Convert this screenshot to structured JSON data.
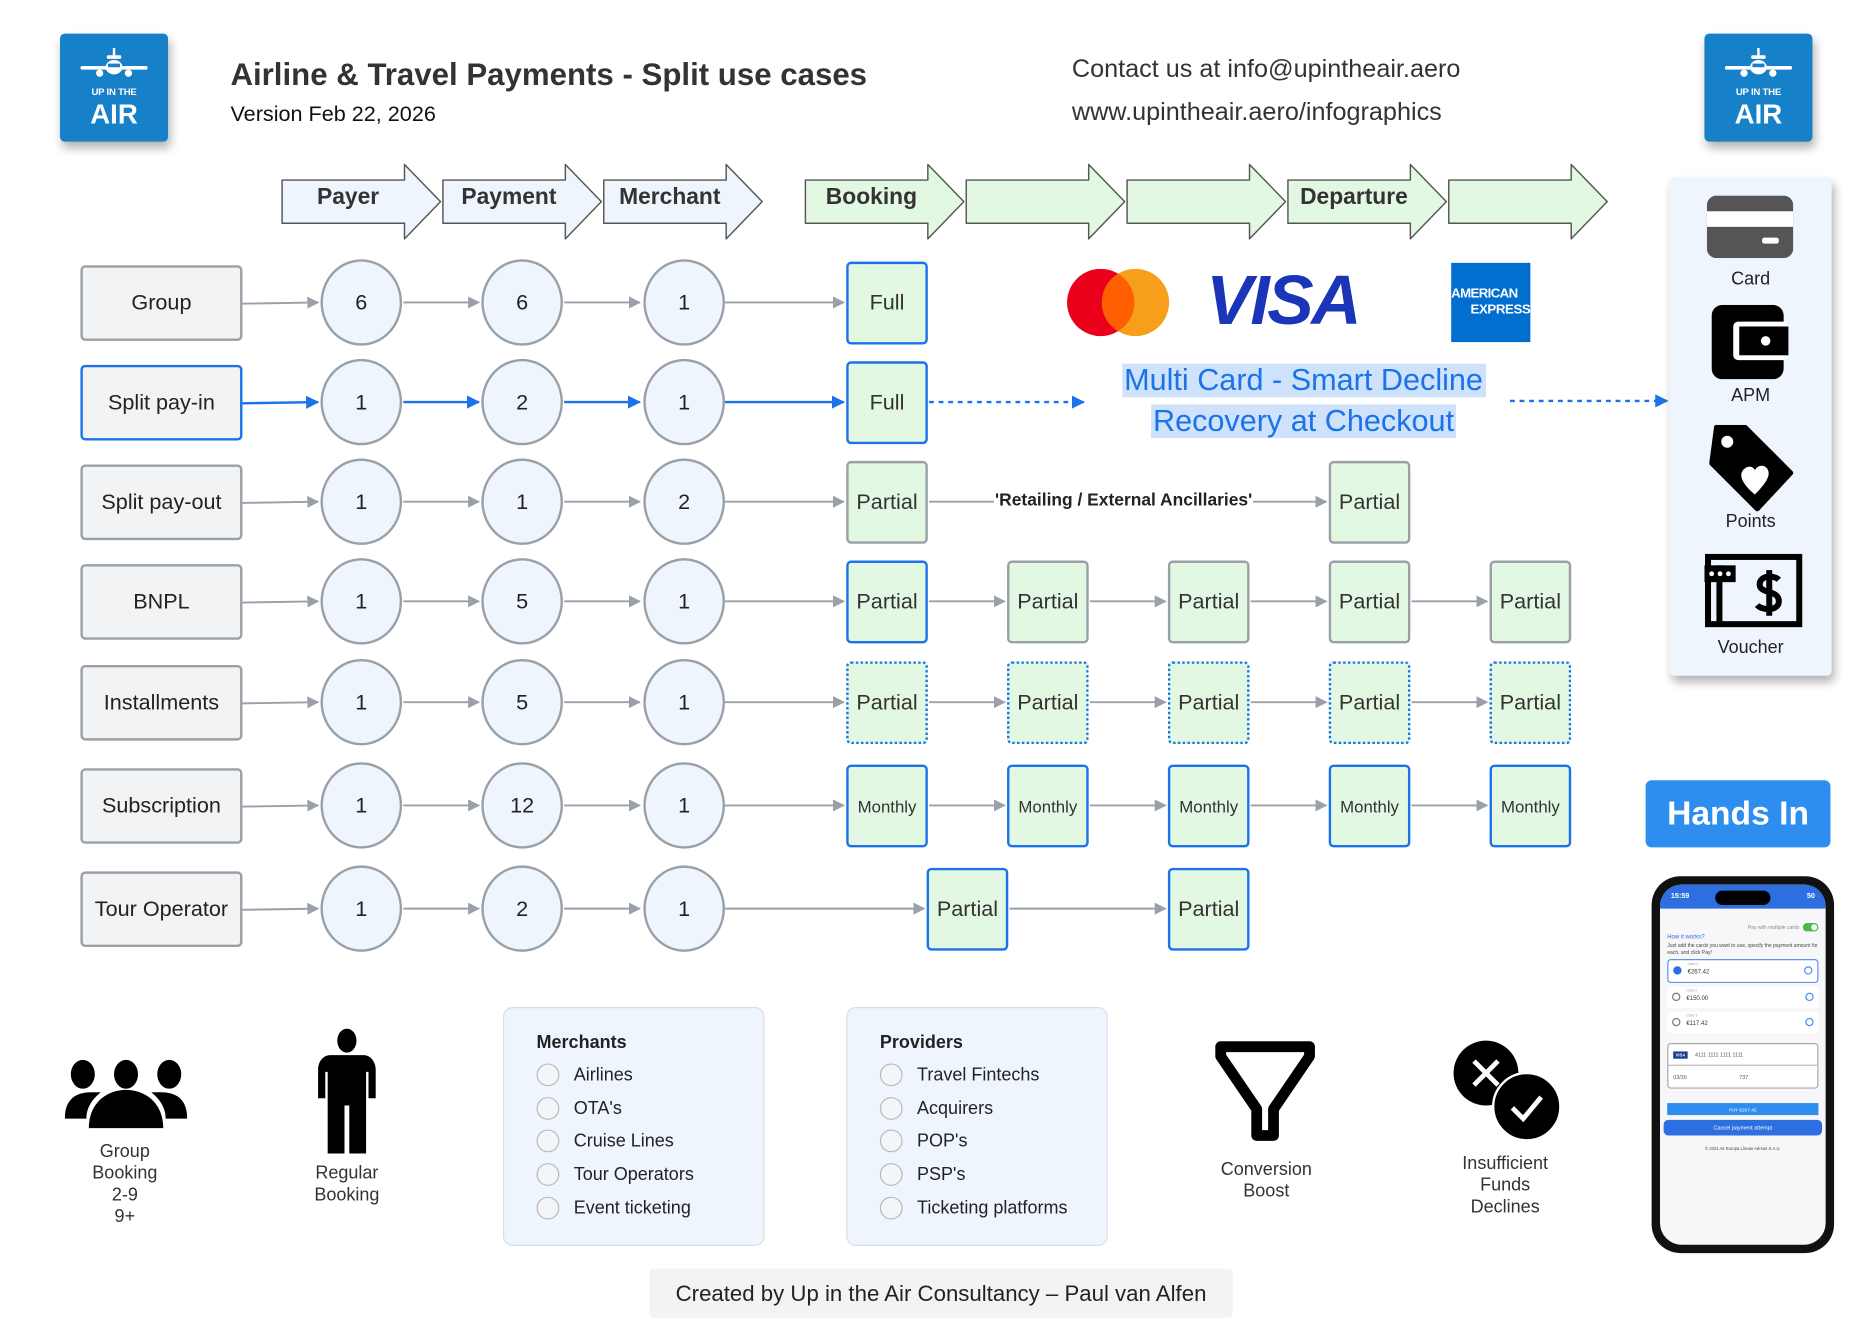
{
  "header": {
    "title": "Airline & Travel Payments - Split use cases",
    "version": "Version Feb 22, 2026",
    "contact": "Contact us at info@upintheair.aero",
    "url": "www.upintheair.aero/infographics",
    "logo_text_small": "UP IN THE",
    "logo_text_large": "AIR"
  },
  "flow_headers": [
    {
      "label": "Payer",
      "group": "payment"
    },
    {
      "label": "Payment",
      "group": "payment"
    },
    {
      "label": "Merchant",
      "group": "payment"
    },
    {
      "label": "Booking",
      "group": "trip"
    },
    {
      "label": "",
      "group": "trip"
    },
    {
      "label": "",
      "group": "trip"
    },
    {
      "label": "Departure",
      "group": "trip"
    },
    {
      "label": "",
      "group": "trip"
    }
  ],
  "rows": [
    {
      "label": "Group",
      "payer": "6",
      "payment": "6",
      "merchant": "1",
      "highlight": false,
      "stages": [
        {
          "col": 0,
          "label": "Full",
          "style": "blue"
        }
      ]
    },
    {
      "label": "Split pay-in",
      "payer": "1",
      "payment": "2",
      "merchant": "1",
      "highlight": true,
      "stages": [
        {
          "col": 0,
          "label": "Full",
          "style": "blue"
        }
      ]
    },
    {
      "label": "Split pay-out",
      "payer": "1",
      "payment": "1",
      "merchant": "2",
      "highlight": false,
      "annotation": "'Retailing / External Ancillaries'",
      "stages": [
        {
          "col": 0,
          "label": "Partial",
          "style": "gray"
        },
        {
          "col": 3,
          "label": "Partial",
          "style": "gray"
        }
      ]
    },
    {
      "label": "BNPL",
      "payer": "1",
      "payment": "5",
      "merchant": "1",
      "highlight": false,
      "stages": [
        {
          "col": 0,
          "label": "Partial",
          "style": "blue"
        },
        {
          "col": 1,
          "label": "Partial",
          "style": "gray"
        },
        {
          "col": 2,
          "label": "Partial",
          "style": "gray"
        },
        {
          "col": 3,
          "label": "Partial",
          "style": "gray"
        },
        {
          "col": 4,
          "label": "Partial",
          "style": "gray"
        }
      ]
    },
    {
      "label": "Installments",
      "payer": "1",
      "payment": "5",
      "merchant": "1",
      "highlight": false,
      "stages": [
        {
          "col": 0,
          "label": "Partial",
          "style": "dotted"
        },
        {
          "col": 1,
          "label": "Partial",
          "style": "dotted"
        },
        {
          "col": 2,
          "label": "Partial",
          "style": "dotted"
        },
        {
          "col": 3,
          "label": "Partial",
          "style": "dotted"
        },
        {
          "col": 4,
          "label": "Partial",
          "style": "dotted"
        }
      ]
    },
    {
      "label": "Subscription",
      "payer": "1",
      "payment": "12",
      "merchant": "1",
      "highlight": false,
      "stages": [
        {
          "col": 0,
          "label": "Monthly",
          "style": "blue"
        },
        {
          "col": 1,
          "label": "Monthly",
          "style": "blue"
        },
        {
          "col": 2,
          "label": "Monthly",
          "style": "blue"
        },
        {
          "col": 3,
          "label": "Monthly",
          "style": "blue"
        },
        {
          "col": 4,
          "label": "Monthly",
          "style": "blue"
        }
      ]
    },
    {
      "label": "Tour Operator",
      "payer": "1",
      "payment": "2",
      "merchant": "1",
      "highlight": false,
      "stages": [
        {
          "col": 0.5,
          "label": "Partial",
          "style": "blue"
        },
        {
          "col": 2,
          "label": "Partial",
          "style": "blue"
        }
      ]
    }
  ],
  "card_brands": {
    "visa": "VISA",
    "amex_line1": "AMERICAN",
    "amex_line2": "EXPRESS"
  },
  "multi_card": {
    "line1": "Multi Card - Smart Decline",
    "line2": "Recovery at Checkout"
  },
  "payment_methods": [
    {
      "label": "Card",
      "icon": "credit-card-icon"
    },
    {
      "label": "APM",
      "icon": "wallet-icon"
    },
    {
      "label": "Points",
      "icon": "loyalty-tag-icon"
    },
    {
      "label": "Voucher",
      "icon": "voucher-icon"
    }
  ],
  "hands_in": {
    "button": "Hands In",
    "phone": {
      "time": "15:59",
      "battery": "50",
      "toggle_label": "Pay with multiple cards",
      "how_title": "How it works?",
      "how_text": "Just add the cards you want to use, specify the payment amount for each, and click Pay!",
      "cards": [
        {
          "name": "Card 1",
          "amount": "€267.42"
        },
        {
          "name": "Card 2",
          "amount": "€150.00"
        },
        {
          "name": "Card 3",
          "amount": "€117.42"
        }
      ],
      "card_brand": "VISA",
      "card_number": "4111 1111 1111 1111",
      "expiry": "03/30",
      "cvc": "737",
      "pay_button": "PAY €267.42",
      "cancel_button": "Cancel payment attempt",
      "copyright": "© 2024 Air Europa Líneas Aéreas S.A.U."
    }
  },
  "bottom": {
    "group_booking": [
      "Group",
      "Booking",
      "2-9",
      "9+"
    ],
    "regular_booking": [
      "Regular",
      "Booking"
    ],
    "merchants": {
      "title": "Merchants",
      "items": [
        "Airlines",
        "OTA's",
        "Cruise Lines",
        "Tour Operators",
        "Event ticketing"
      ]
    },
    "providers": {
      "title": "Providers",
      "items": [
        "Travel Fintechs",
        "Acquirers",
        "POP's",
        "PSP's",
        "Ticketing platforms"
      ]
    },
    "conversion": [
      "Conversion",
      "Boost"
    ],
    "insufficient": [
      "Insufficient",
      "Funds",
      "Declines"
    ]
  },
  "footer": "Created by Up in the Air Consultancy – Paul van Alfen",
  "colors": {
    "accent": "#1a73e8",
    "logo": "#1680c8",
    "payment_fill": "#eef5fd",
    "trip_fill": "#e3f8e2",
    "hands_in": "#2d8ef0"
  }
}
